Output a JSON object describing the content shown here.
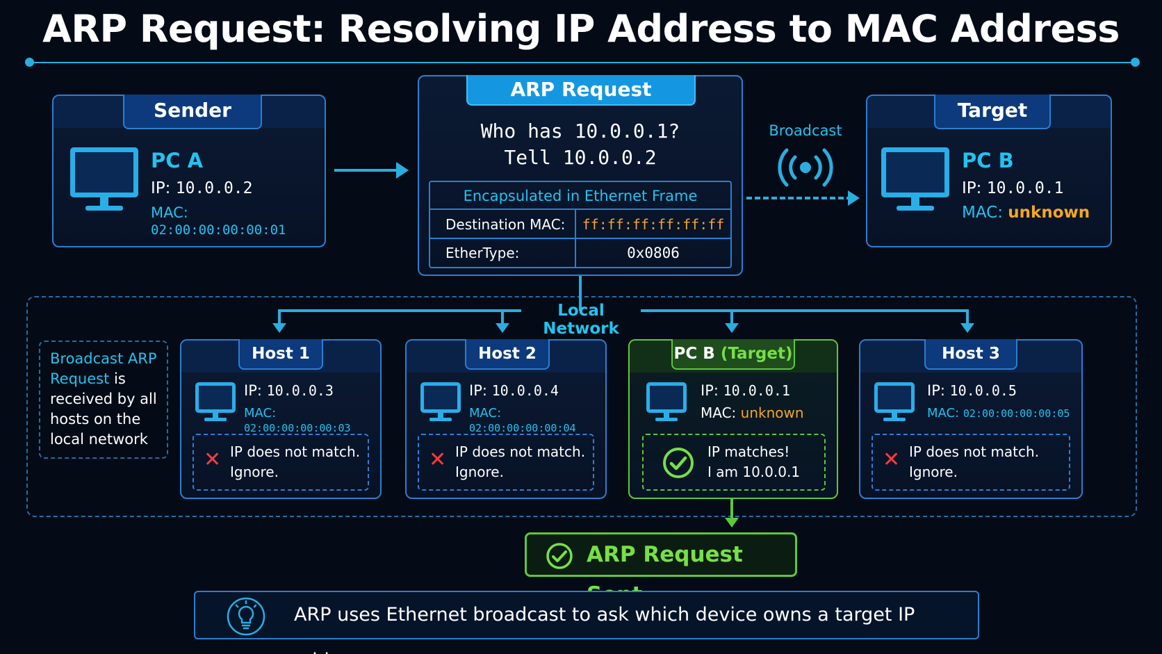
{
  "title": "ARP Request: Resolving IP Address to MAC Address",
  "sender": {
    "header": "Sender",
    "name": "PC A",
    "ip_label": "IP:",
    "ip": "10.0.0.2",
    "mac_label": "MAC:",
    "mac": "02:00:00:00:00:01"
  },
  "target": {
    "header": "Target",
    "name": "PC B",
    "ip_label": "IP:",
    "ip": "10.0.0.1",
    "mac_label": "MAC:",
    "mac": "unknown"
  },
  "arp_request": {
    "header": "ARP Request",
    "line1": "Who has 10.0.0.1?",
    "line2": "Tell 10.0.0.2",
    "frame_title": "Encapsulated in Ethernet Frame",
    "rows": [
      {
        "label": "Destination MAC:",
        "value": "ff:ff:ff:ff:ff:ff"
      },
      {
        "label": "EtherType:",
        "value": "0x0806"
      }
    ]
  },
  "broadcast_label": "Broadcast",
  "local_network_label": "Local Network",
  "note": {
    "highlight": "Broadcast ARP Request",
    "rest": "is received by all hosts on the local network"
  },
  "hosts": [
    {
      "name": "Host 1",
      "tag": "",
      "ip_label": "IP:",
      "ip": "10.0.0.3",
      "mac_label": "MAC:",
      "mac": "02:00:00:00:00:03",
      "status_line1": "IP does not match.",
      "status_line2": "Ignore.",
      "match": false
    },
    {
      "name": "Host 2",
      "tag": "",
      "ip_label": "IP:",
      "ip": "10.0.0.4",
      "mac_label": "MAC:",
      "mac": "02:00:00:00:00:04",
      "status_line1": "IP does not match.",
      "status_line2": "Ignore.",
      "match": false
    },
    {
      "name": "PC B",
      "tag": "(Target)",
      "ip_label": "IP:",
      "ip": "10.0.0.1",
      "mac_label": "MAC:",
      "mac": "unknown",
      "status_line1": "IP matches!",
      "status_line2": "I am 10.0.0.1",
      "match": true
    },
    {
      "name": "Host 3",
      "tag": "",
      "ip_label": "IP:",
      "ip": "10.0.0.5",
      "mac_label": "MAC:",
      "mac": "02:00:00:00:00:05",
      "status_line1": "IP does not match.",
      "status_line2": "Ignore.",
      "match": false
    }
  ],
  "result": "ARP Request Sent",
  "footer": "ARP uses Ethernet broadcast to ask which device owns a target IP address",
  "colors": {
    "accent": "#29aee0",
    "panel_border": "#2b7fd0",
    "match_green": "#76e047",
    "unknown_orange": "#f5a623",
    "mismatch_red": "#ff3b3b"
  },
  "icons": [
    "monitor-icon",
    "broadcast-icon",
    "x-icon",
    "check-circle-icon",
    "lightbulb-icon"
  ]
}
